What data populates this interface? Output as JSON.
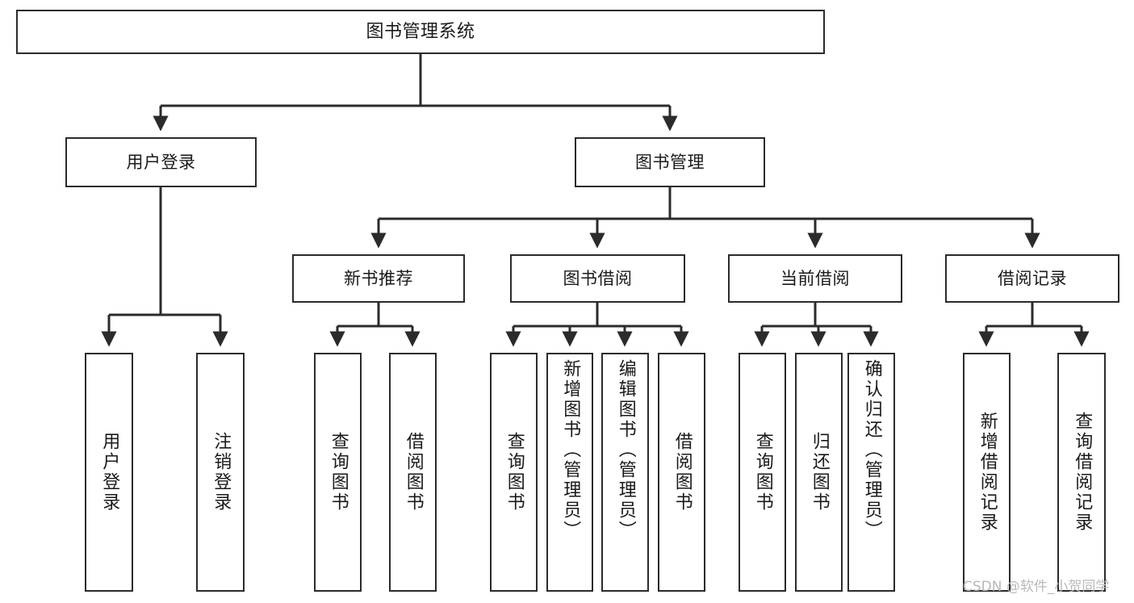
{
  "diagram": {
    "title": "图书管理系统",
    "watermark": "CSDN @软件_小贺同学",
    "line_color": "#2b2b2b",
    "box_fill": "#ffffff",
    "text_color": "#1a1a1a",
    "watermark_color": "#b9b9b9"
  },
  "nodes": {
    "root": {
      "label": "图书管理系统"
    },
    "level2": [
      {
        "label": "用户登录"
      },
      {
        "label": "图书管理"
      }
    ],
    "level3": [
      {
        "label": "新书推荐"
      },
      {
        "label": "图书借阅"
      },
      {
        "label": "当前借阅"
      },
      {
        "label": "借阅记录"
      }
    ],
    "leaves_user_login": [
      {
        "label": "用户登录"
      },
      {
        "label": "注销登录"
      }
    ],
    "leaves_new_book": [
      {
        "label": "查询图书"
      },
      {
        "label": "借阅图书"
      }
    ],
    "leaves_book_borrow": [
      {
        "label": "查询图书"
      },
      {
        "label": "新增图书（管理员）"
      },
      {
        "label": "编辑图书（管理员）"
      },
      {
        "label": "借阅图书"
      }
    ],
    "leaves_current_borrow": [
      {
        "label": "查询图书"
      },
      {
        "label": "归还图书"
      },
      {
        "label": "确认归还（管理员）"
      }
    ],
    "leaves_borrow_record": [
      {
        "label": "新增借阅记录"
      },
      {
        "label": "查询借阅记录"
      }
    ]
  }
}
